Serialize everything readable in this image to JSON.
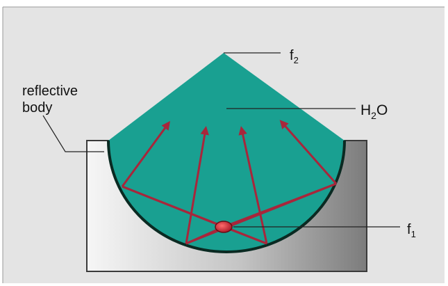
{
  "labels": {
    "reflective_body_line1": "reflective",
    "reflective_body_line2": "body",
    "water": {
      "base": "H",
      "sub": "2",
      "tail": "O"
    },
    "focus_2": {
      "base": "f",
      "sub": "2"
    },
    "focus_1": {
      "base": "f",
      "sub": "1"
    }
  },
  "colors": {
    "water": "#19a091",
    "reflector_rim": "#0a2a22",
    "rays": "#a8263b",
    "source": "#c0182a",
    "housing_light": "#f4f4f4",
    "housing_dark": "#8a8a8a",
    "background": "#e2e2e2"
  }
}
